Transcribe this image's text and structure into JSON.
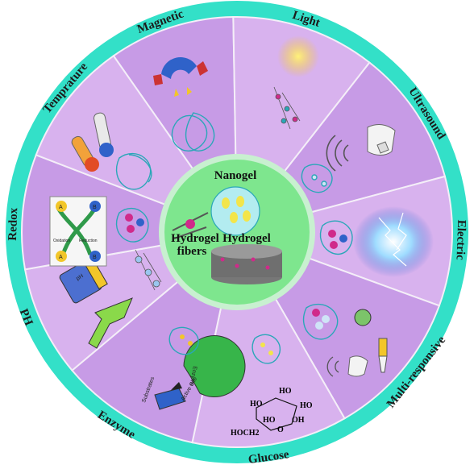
{
  "diagram": {
    "colors": {
      "outer_ring": "#33e0c8",
      "center": "#7ee68e",
      "center_ring": "#c8f0d0",
      "sector_a": "#c79be6",
      "sector_b": "#d8b2ee",
      "divider": "#f4eef8",
      "polymer": "#2aa7b8",
      "particle": "#d02a8a"
    },
    "center": {
      "nanogel": "Nanogel",
      "hydrogel": "Hydrogel",
      "fibers_line1": "Hydrogel",
      "fibers_line2": "fibers"
    },
    "sectors": [
      {
        "label": "Magnetic",
        "icon": "magnet-icon"
      },
      {
        "label": "Light",
        "icon": "sun-icon"
      },
      {
        "label": "Ultrasound",
        "icon": "ultrasound-probe-icon"
      },
      {
        "label": "Electric",
        "icon": "lightning-icon"
      },
      {
        "label": "Multi-responsive",
        "icon": "multi-stimuli-icon"
      },
      {
        "label": "Glucose",
        "icon": "glucose-molecule-icon"
      },
      {
        "label": "Enzyme",
        "icon": "enzyme-icon"
      },
      {
        "label": "PH",
        "icon": "ph-test-icon"
      },
      {
        "label": "Redox",
        "icon": "redox-cycle-icon"
      },
      {
        "label": "Temprature",
        "icon": "thermometer-icon"
      }
    ],
    "glucose_labels": {
      "ho1": "HO",
      "ho2": "HO",
      "ho3": "HO",
      "oh": "OH",
      "o": "O",
      "hoch2": "HOCH2",
      "ho4": "HO"
    },
    "enzyme_labels": {
      "enzyme": "Enzyme",
      "active_site": "Active Site",
      "substrates": "Substrates"
    },
    "redox_labels": {
      "a_top": "A",
      "b_top": "B",
      "a_bottom": "A",
      "b_bottom": "B",
      "oxidation": "Oxidation",
      "reduction": "Reduction"
    },
    "ph_labels": {
      "ph": "pH"
    }
  }
}
